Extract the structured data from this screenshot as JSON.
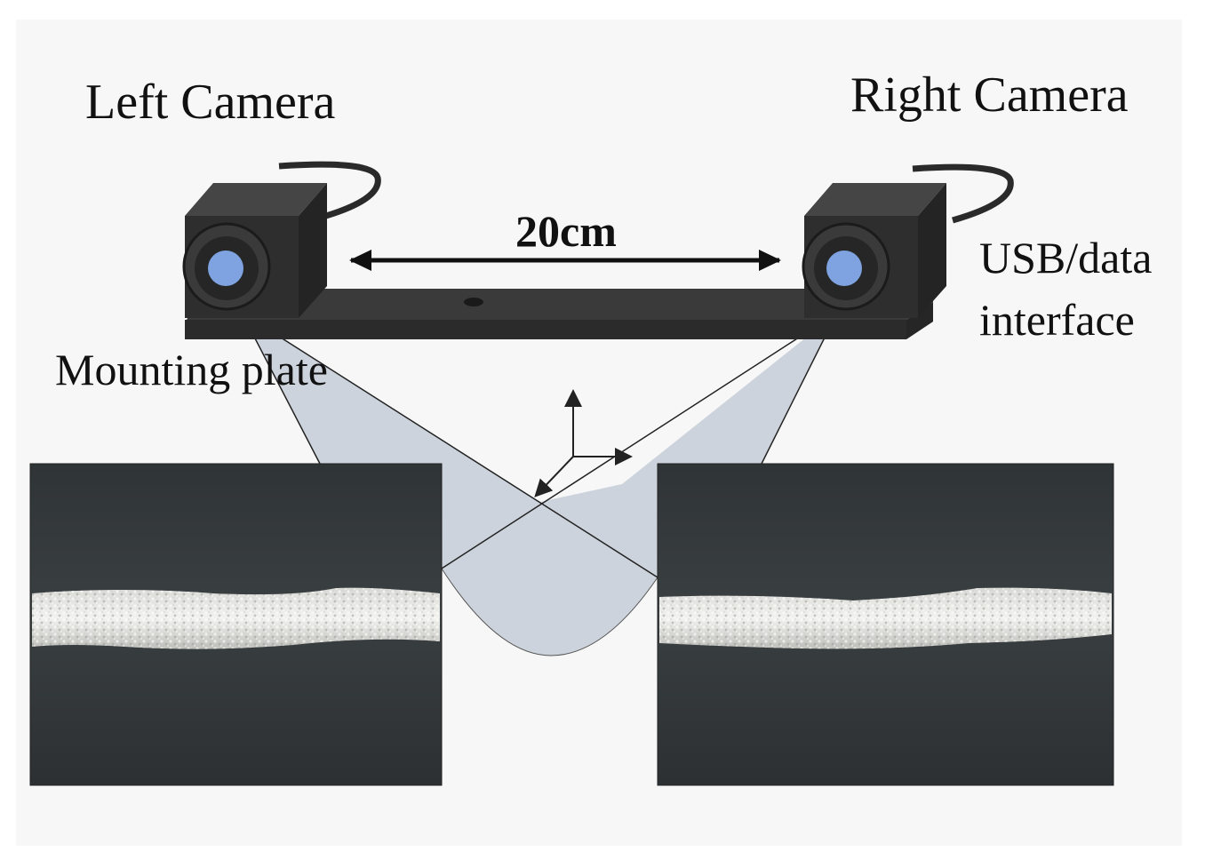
{
  "labels": {
    "left_camera": "Left Camera",
    "right_camera": "Right Camera",
    "baseline": "20cm",
    "interface_line1": "USB/data",
    "interface_line2": "interface",
    "mounting_plate": "Mounting plate"
  },
  "colors": {
    "background": "#f7f7f7",
    "camera_body": "#2e2e2e",
    "lens": "#7fa3e0",
    "fov_fill": "#c6ced8",
    "photo_background": "#33383a",
    "grain": "#e4e4e2"
  },
  "icons": {
    "baseline_arrow": "double-headed-arrow",
    "axes": "3d-coordinate-axes-icon"
  }
}
